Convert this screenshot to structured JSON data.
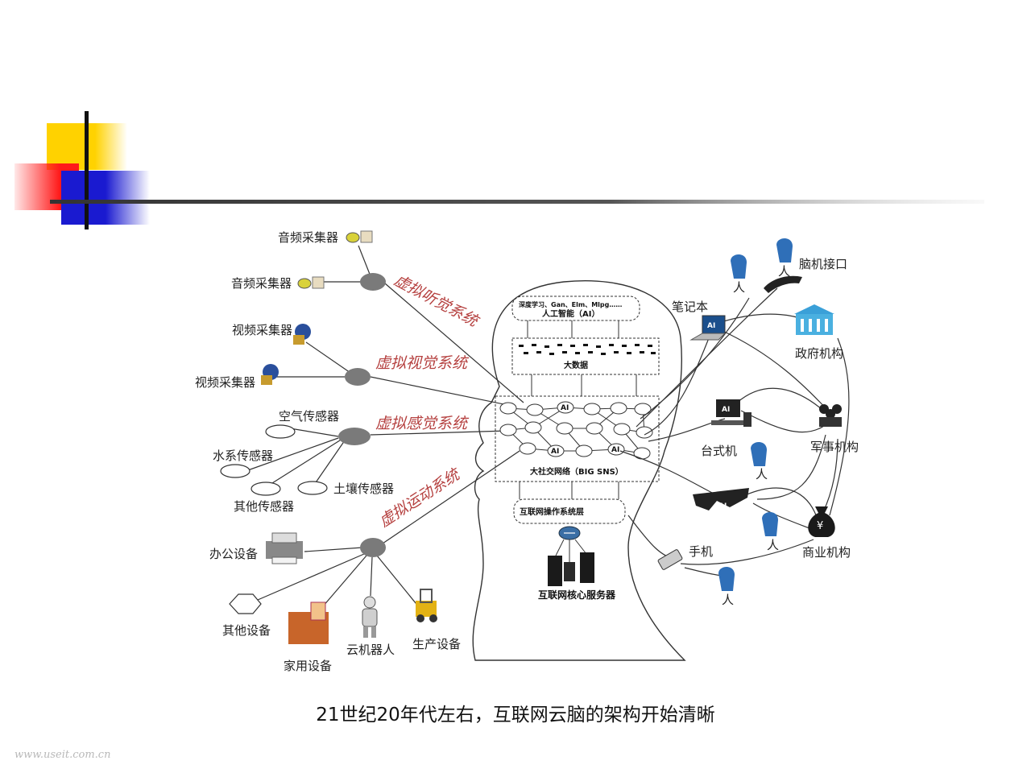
{
  "slide": {
    "caption": "21世纪20年代左右，互联网云脑的架构开始清晰",
    "watermark": "www.useit.com.cn"
  },
  "colors": {
    "deco_yellow": "#ffd200",
    "deco_red": "#ff2020",
    "deco_blue": "#1a1ad0",
    "system_label": "#b5403f",
    "person_blue": "#2f6fb8"
  },
  "diagram": {
    "systems": {
      "auditory": "虚拟听觉系统",
      "visual": "虚拟视觉系统",
      "sensory": "虚拟感觉系统",
      "motor": "虚拟运动系统"
    },
    "left_nodes": {
      "audio1": "音频采集器",
      "audio2": "音频采集器",
      "video1": "视频采集器",
      "video2": "视频采集器",
      "air": "空气传感器",
      "water": "水系传感器",
      "soil": "土壤传感器",
      "other_sensor": "其他传感器",
      "office": "办公设备",
      "other_device": "其他设备",
      "home": "家用设备",
      "robot": "云机器人",
      "production": "生产设备"
    },
    "brain_layers": {
      "ai_algorithms": "深度学习、Gan、Elm、Mlpg……",
      "ai": "人工智能（AI）",
      "bigdata": "大数据",
      "sns": "大社交网络（BIG SNS）",
      "os": "互联网操作系统层",
      "servers": "互联网核心服务器",
      "ai_node": "AI"
    },
    "right_nodes": {
      "bci": "脑机接口",
      "laptop": "笔记本",
      "gov": "政府机构",
      "desktop": "台式机",
      "military": "军事机构",
      "phone": "手机",
      "business": "商业机构",
      "person": "人"
    }
  }
}
